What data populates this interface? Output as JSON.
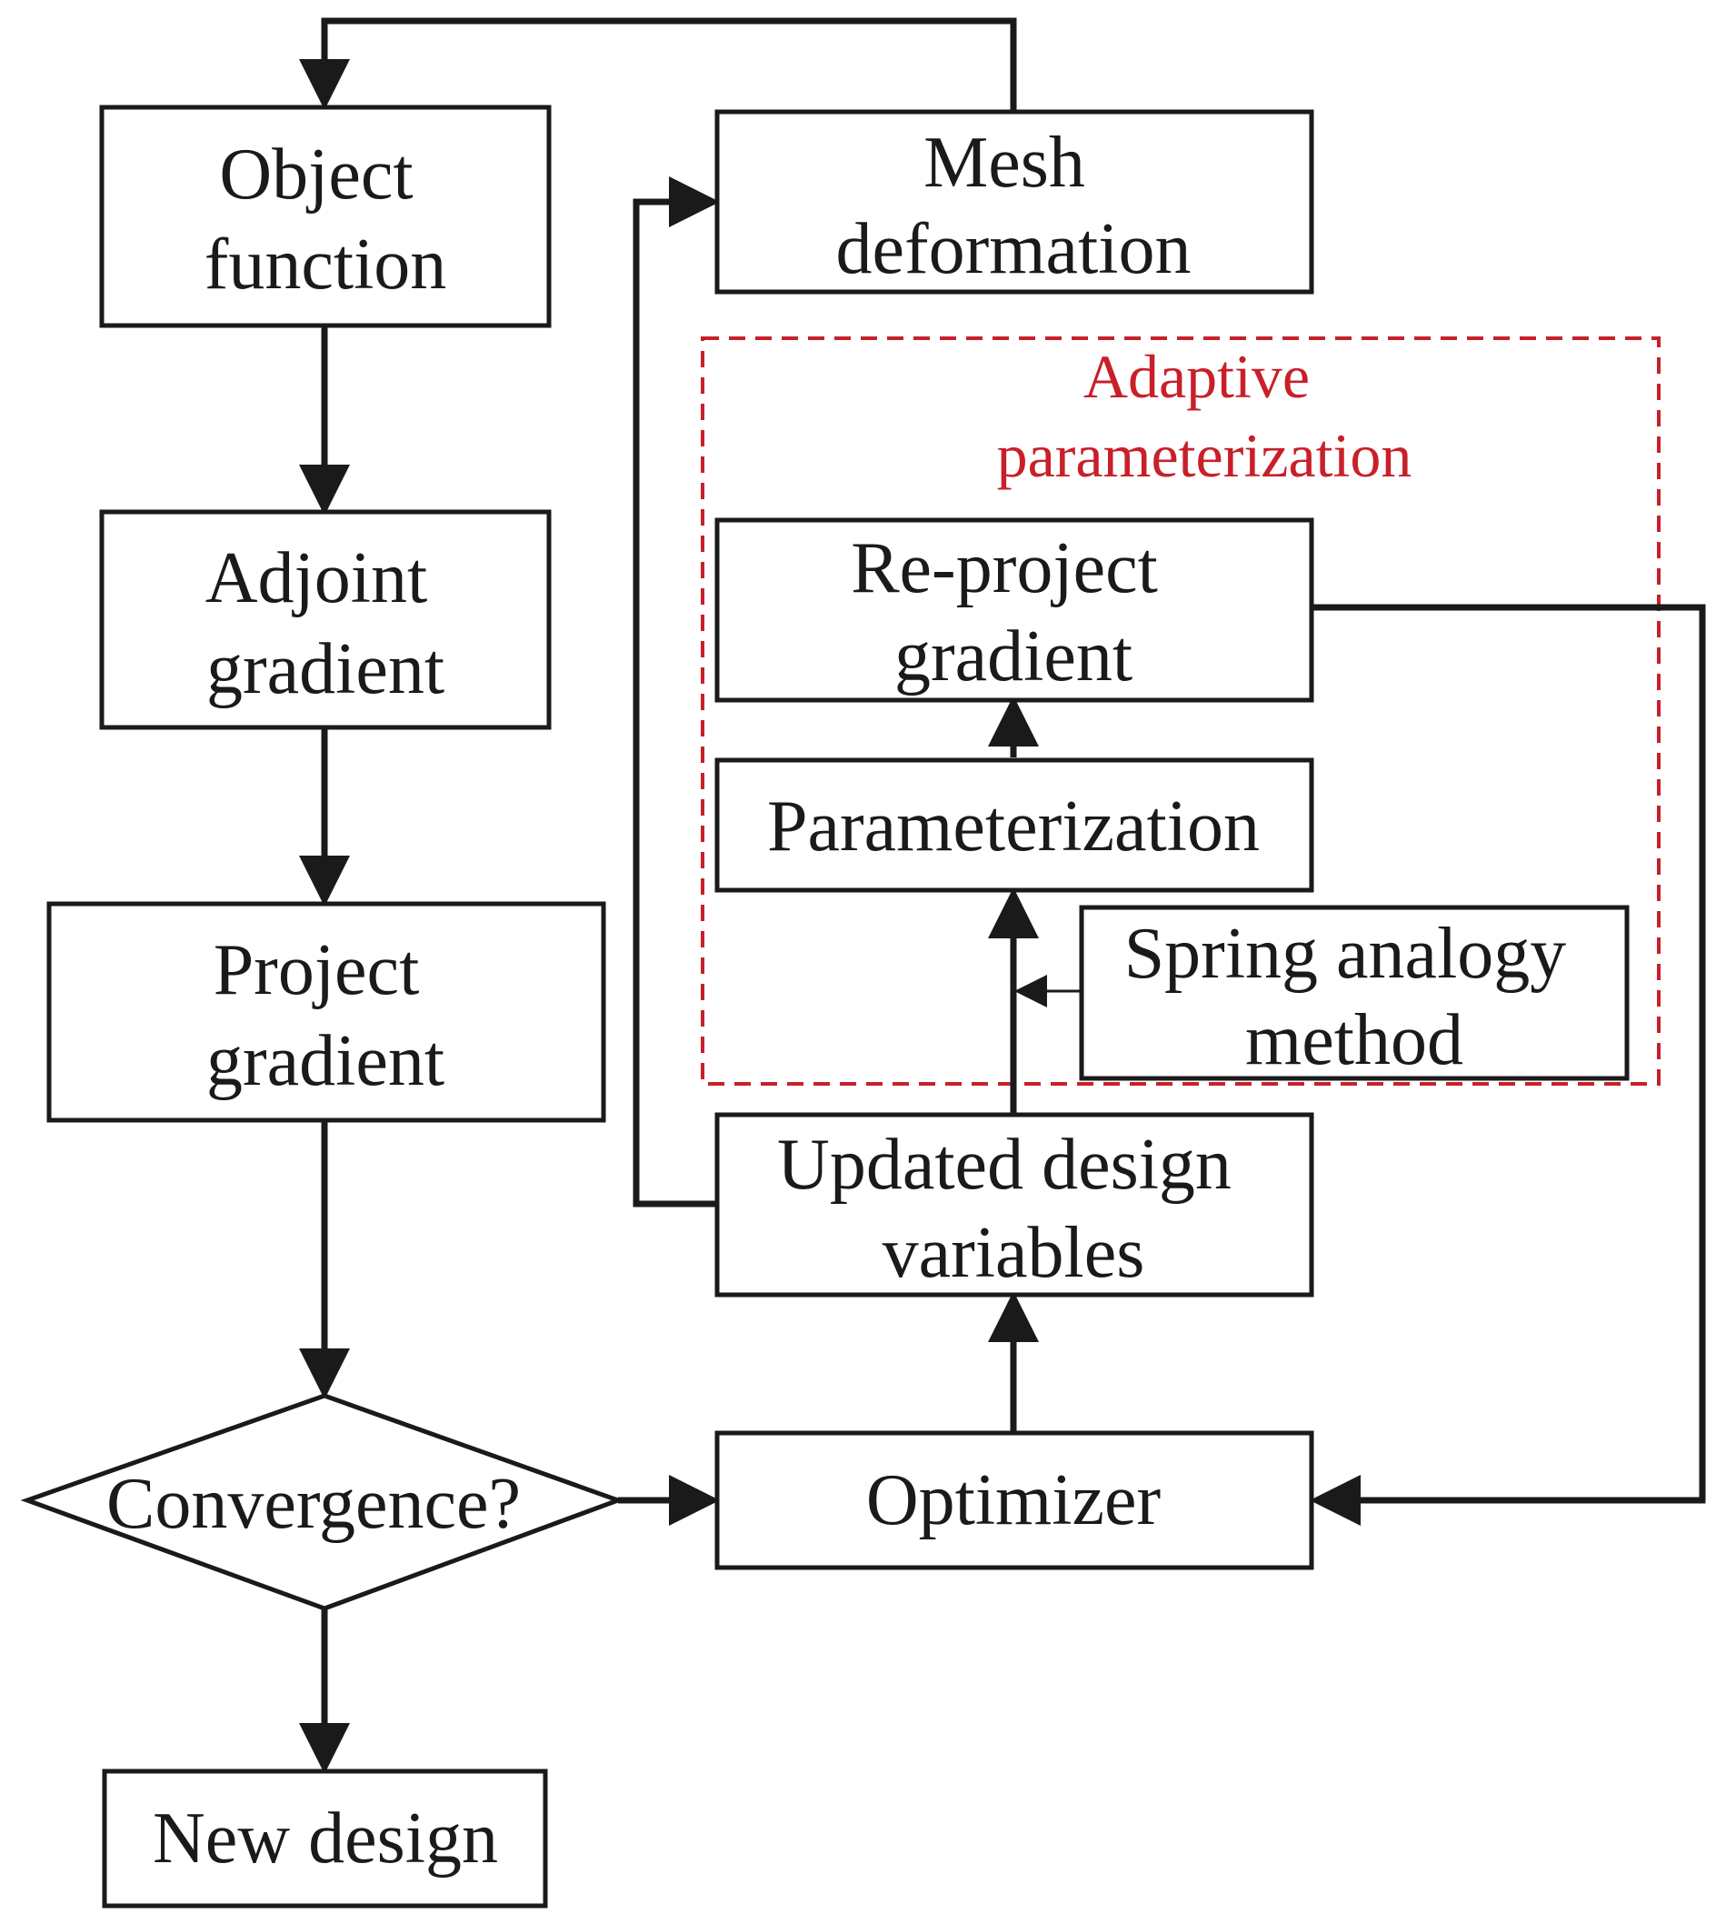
{
  "colors": {
    "stroke": "#1a1a1a",
    "region": "#c8202a",
    "background": "#ffffff"
  },
  "region": {
    "label_lines": [
      "Adaptive",
      "parameterization"
    ]
  },
  "nodes": {
    "object_function": {
      "lines": [
        "Object",
        "function"
      ]
    },
    "adjoint_gradient": {
      "lines": [
        "Adjoint",
        "gradient"
      ]
    },
    "project_gradient": {
      "lines": [
        "Project",
        "gradient"
      ]
    },
    "convergence": {
      "lines": [
        "Convergence?"
      ]
    },
    "new_design": {
      "lines": [
        "New design"
      ]
    },
    "mesh_deformation": {
      "lines": [
        "Mesh",
        "deformation"
      ]
    },
    "reproject_gradient": {
      "lines": [
        "Re-project",
        "gradient"
      ]
    },
    "parameterization": {
      "lines": [
        "Parameterization"
      ]
    },
    "spring_analogy": {
      "lines": [
        "Spring analogy",
        "method"
      ]
    },
    "updated_design_variables": {
      "lines": [
        "Updated design",
        "variables"
      ]
    },
    "optimizer": {
      "lines": [
        "Optimizer"
      ]
    }
  }
}
